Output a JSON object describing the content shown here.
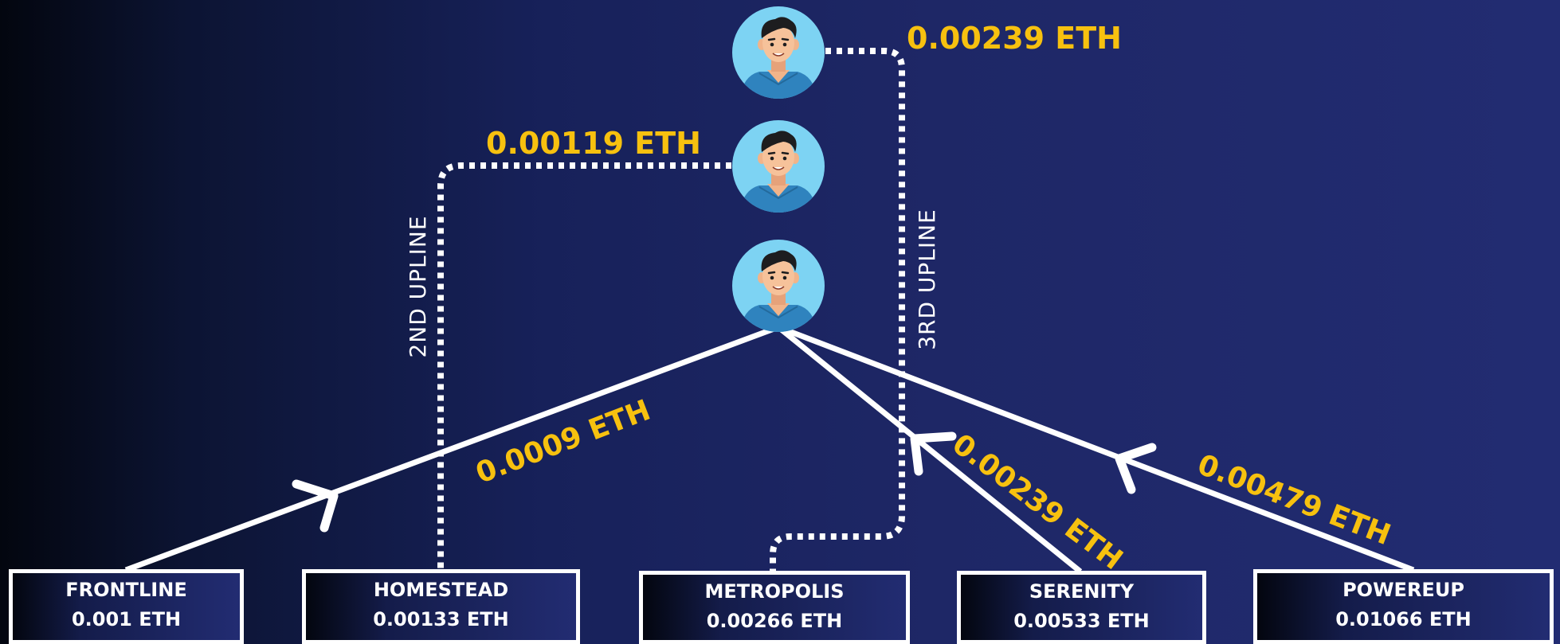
{
  "nodes": [
    {
      "name": "FRONTLINE",
      "amount": "0.001 ETH"
    },
    {
      "name": "HOMESTEAD",
      "amount": "0.00133 ETH"
    },
    {
      "name": "METROPOLIS",
      "amount": "0.00266 ETH"
    },
    {
      "name": "SERENITY",
      "amount": "0.00533 ETH"
    },
    {
      "name": "POWEREUP",
      "amount": "0.01066 ETH"
    }
  ],
  "payouts": {
    "top_upline": "0.00239 ETH",
    "second_upline": "0.00119 ETH",
    "frontline_edge": "0.0009 ETH",
    "serenity_edge": "0.00239 ETH",
    "powereup_edge": "0.00479 ETH"
  },
  "labels": {
    "second_upline": "2ND UPLINE",
    "third_upline": "3RD UPLINE"
  },
  "colors": {
    "amount": "#f7c10f",
    "line": "#ffffff",
    "avatar_bg": "#7dd3f3",
    "shirt": "#2f83be"
  },
  "avatars": [
    "person-avatar",
    "person-avatar",
    "person-avatar"
  ]
}
